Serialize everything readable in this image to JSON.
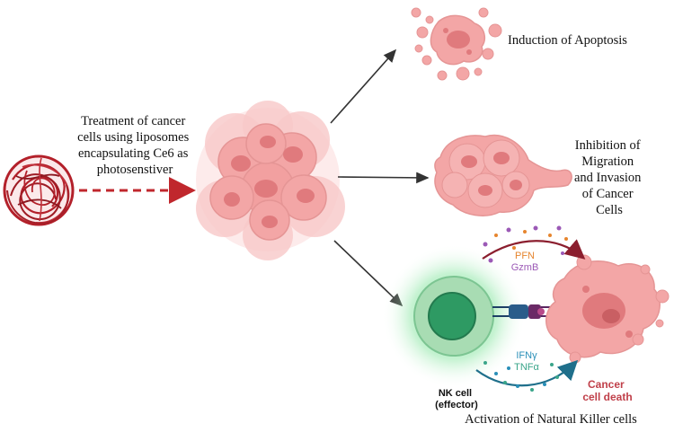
{
  "labels": {
    "treatment": [
      "Treatment of cancer",
      "cells using liposomes",
      "encapsulating Ce6 as",
      "photosenstiver"
    ],
    "apoptosis": "Induction of Apoptosis",
    "migration": [
      "Inhibition of",
      "Migration",
      "and Invasion",
      "of Cancer",
      "Cells"
    ],
    "nk_activation": "Activation of Natural Killer cells",
    "nk_cell": [
      "NK cell",
      "(effector)"
    ],
    "cancer_death": [
      "Cancer",
      "cell death"
    ],
    "pfn": "PFN",
    "gzmb": "GzmB",
    "ifng": "IFNγ",
    "tnfa": "TNFα"
  },
  "colors": {
    "liposome": "#b3202a",
    "cell_fill": "#f3a6a6",
    "cell_dark": "#e07a7d",
    "arrow": "#333333",
    "dashed_arrow": "#c0272d",
    "nk_outer": "#8fd3a6",
    "nk_inner": "#2e9a63",
    "pfn": "#e6852e",
    "gzmb": "#9b59b6",
    "ifng": "#2a8fb8",
    "tnfa": "#3aa58a",
    "death_text": "#c0404a"
  }
}
